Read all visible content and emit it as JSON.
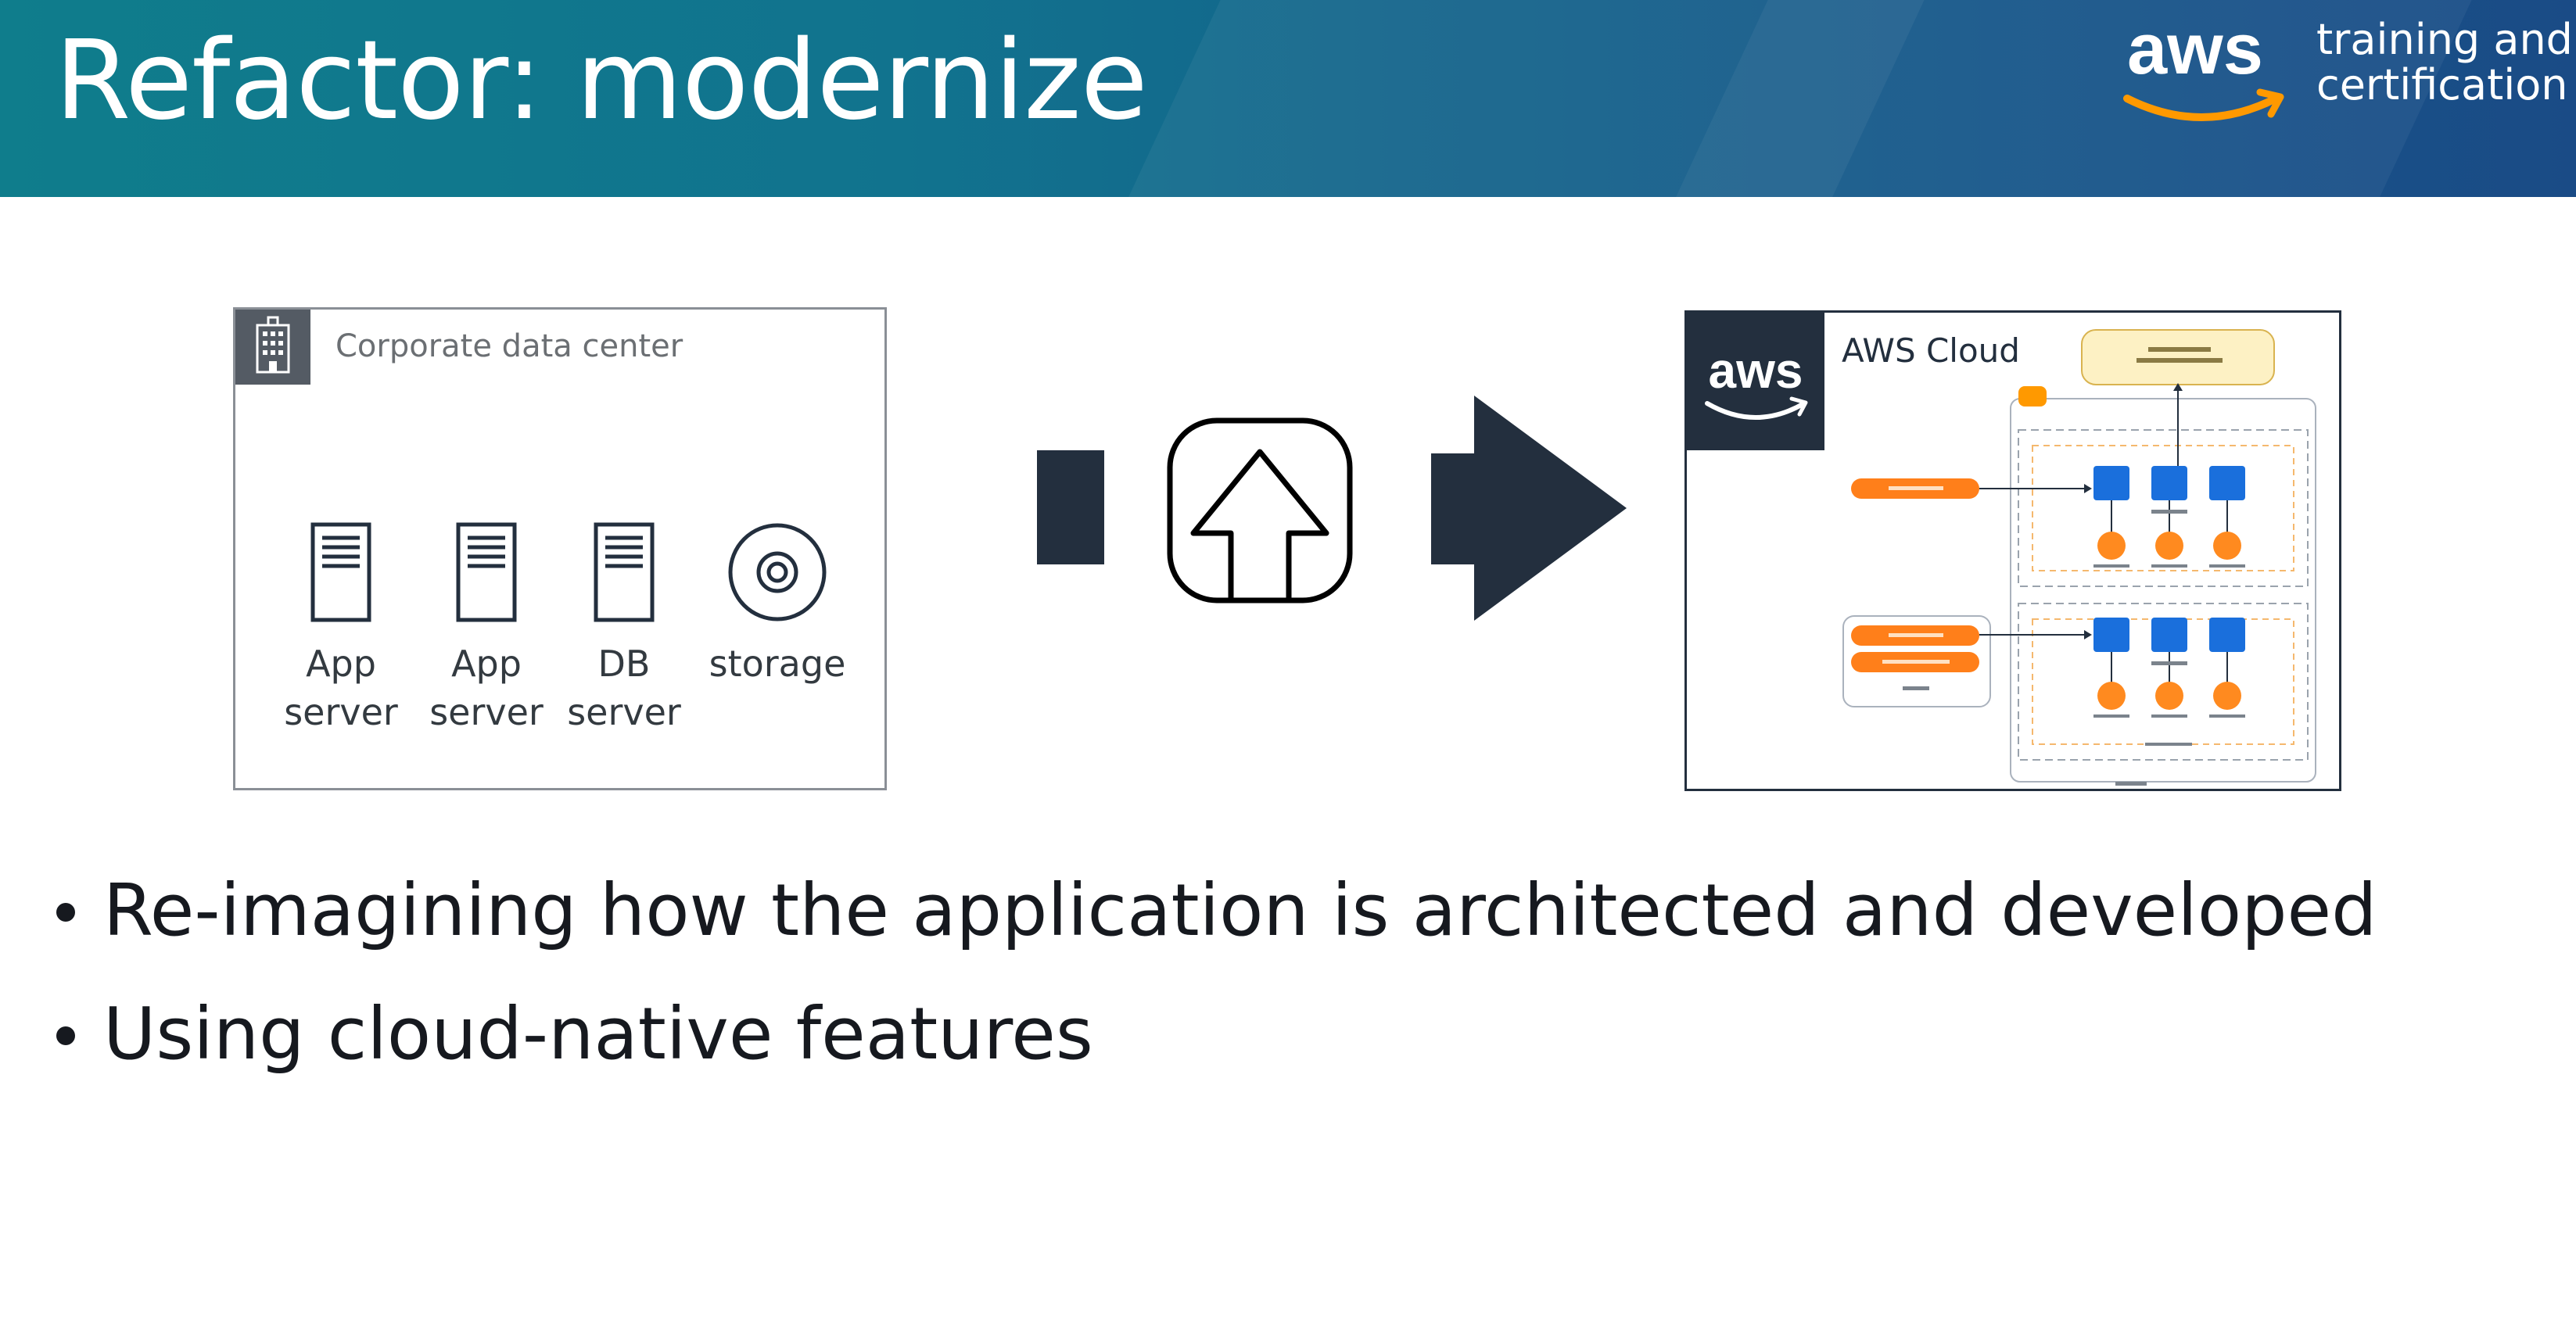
{
  "slide": {
    "title": "Refactor: modernize",
    "logo": {
      "wordmark": "aws",
      "tagline_line1": "training and",
      "tagline_line2": "certification"
    }
  },
  "source": {
    "label": "Corporate data center",
    "items": [
      {
        "icon": "server-icon",
        "line1": "App",
        "line2": "server"
      },
      {
        "icon": "server-icon",
        "line1": "App",
        "line2": "server"
      },
      {
        "icon": "server-icon",
        "line1": "DB",
        "line2": "server"
      },
      {
        "icon": "storage-disk-icon",
        "line1": "storage",
        "line2": ""
      }
    ]
  },
  "target": {
    "badge_wordmark": "aws",
    "label": "AWS Cloud"
  },
  "bullets": [
    "Re-imagining how the application is architected and developed",
    "Using cloud-native features"
  ],
  "colors": {
    "banner_start": "#0f7d8c",
    "banner_end": "#1a4b86",
    "aws_orange": "#ff9900",
    "dark_navy": "#232f3e",
    "badge_gray": "#545b64",
    "task_blue": "#1a6fdc"
  }
}
